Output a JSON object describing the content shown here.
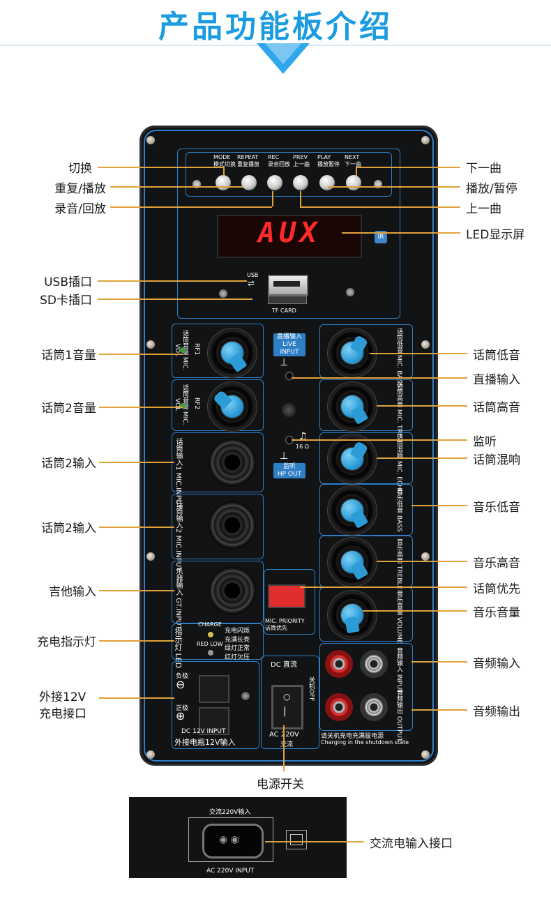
{
  "header": {
    "title": "产品功能板介绍"
  },
  "panel": {
    "buttons": [
      {
        "en": "MODE",
        "cn": "模式切换"
      },
      {
        "en": "REPEAT",
        "cn": "重复播放"
      },
      {
        "en": "REC",
        "cn": "录音回放"
      },
      {
        "en": "PREV",
        "cn": "上一曲"
      },
      {
        "en": "PLAY",
        "cn": "播放暂停"
      },
      {
        "en": "NEXT",
        "cn": "下一曲"
      }
    ],
    "display_text": "AUX",
    "usb_label": "USB",
    "tf_label": "TF CARD",
    "mic1": {
      "cn": "话筒音量",
      "en": "MIC. VOL",
      "rf": "RF1"
    },
    "mic2": {
      "cn": "话筒音量",
      "en": "MIC. VOL",
      "rf": "RF2"
    },
    "live_input": {
      "cn": "直播输入",
      "en": "LIVE INPUT"
    },
    "hp_out": {
      "cn": "监听",
      "en": "HP OUT",
      "ohm": "16 Ω"
    },
    "mic_input1": {
      "cn": "话筒输入1",
      "en": "MIC.INPUT"
    },
    "mic_input2": {
      "cn": "话筒输入2",
      "en": "MIC.INPUT"
    },
    "gt_input": {
      "cn": "乐器输入",
      "en": "GT.INPUT"
    },
    "mic_priority": {
      "en": "MIC. PRIORITY",
      "cn": "话筒优先"
    },
    "charge": {
      "title": "指示灯",
      "en": "LED",
      "charge_en": "CHARGE",
      "charge_cn1": "充电闪烁",
      "charge_cn2": "充满长亮",
      "redlow_en": "RED LOW",
      "redlow_cn1": "绿灯正常",
      "redlow_cn2": "红灯欠压"
    },
    "dc_block": {
      "neg": "负极",
      "pos": "正极",
      "en": "DC 12V INPUT",
      "cn": "外接电瓶12V输入"
    },
    "power": {
      "dc": "DC 直流",
      "off": "关机OFF",
      "ac": "AC 220V",
      "ac_cn": "交流"
    },
    "charge_note": {
      "cn": "请关机充电充满拔电源",
      "en": "Charging in the shutdown state"
    },
    "right_knobs": [
      {
        "cn": "话筒低音",
        "en": "MIC. BASS"
      },
      {
        "cn": "话筒高音",
        "en": "MIC. TRE"
      },
      {
        "cn": "话筒混响",
        "en": "MIC. ECHO"
      },
      {
        "cn": "音乐低音",
        "en": "BASS"
      },
      {
        "cn": "音乐高音",
        "en": "TREBLE"
      },
      {
        "cn": "音乐音量",
        "en": "VOLUME"
      }
    ],
    "audio_in": {
      "cn": "音频输入",
      "en": "INPUT"
    },
    "audio_out": {
      "cn": "音频输出",
      "en": "OUTPUT"
    }
  },
  "callouts_left": [
    "切换",
    "重复/播放",
    "录音/回放",
    "USB插口",
    "SD卡插口",
    "话筒1音量",
    "话筒2音量",
    "话筒2输入",
    "话筒2输入",
    "吉他输入",
    "充电指示灯",
    "外接12V",
    "充电接口"
  ],
  "callouts_right": [
    "下一曲",
    "播放/暂停",
    "上一曲",
    "LED显示屏",
    "话筒低音",
    "直播输入",
    "话筒高音",
    "监听",
    "话筒混响",
    "音乐低音",
    "音乐高音",
    "话筒优先",
    "音乐音量",
    "音频输入",
    "音频输出"
  ],
  "callout_bottom": "电源开关",
  "ac_inset": {
    "top_label": "交流220V输入",
    "bottom_label": "AC 220V INPUT",
    "callout": "交流电输入接口"
  }
}
